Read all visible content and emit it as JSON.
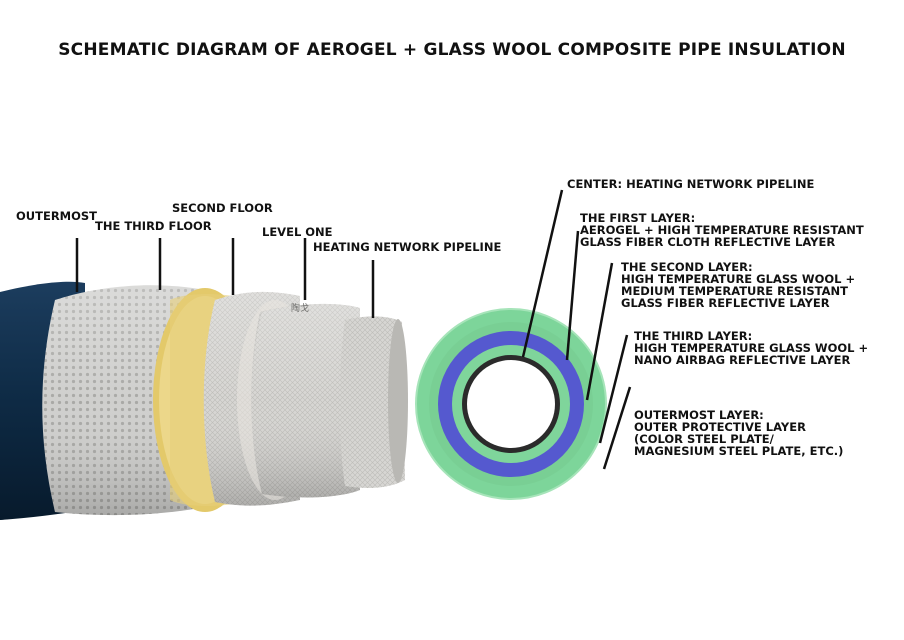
{
  "title": "SCHEMATIC DIAGRAM OF AEROGEL + GLASS WOOL COMPOSITE PIPE INSULATION",
  "photo_labels": {
    "outermost": "OUTERMOST",
    "third_floor": "THE THIRD FLOOR",
    "second_floor": "SECOND FLOOR",
    "level_one": "LEVEL ONE",
    "heating_pipeline": "HEATING NETWORK PIPELINE"
  },
  "photo_watermark": "陶戈",
  "cross_section": {
    "center": "CENTER: HEATING NETWORK PIPELINE",
    "first_layer": {
      "line1": "THE FIRST LAYER:",
      "line2": "AEROGEL + HIGH TEMPERATURE RESISTANT",
      "line3": "GLASS FIBER CLOTH REFLECTIVE LAYER"
    },
    "second_layer": {
      "line1": "THE SECOND LAYER:",
      "line2": "HIGH TEMPERATURE GLASS WOOL +",
      "line3": "MEDIUM TEMPERATURE RESISTANT",
      "line4": "GLASS FIBER REFLECTIVE LAYER"
    },
    "third_layer": {
      "line1": "THE THIRD LAYER:",
      "line2": "HIGH TEMPERATURE GLASS WOOL +",
      "line3": "NANO AIRBAG REFLECTIVE LAYER"
    },
    "outermost_layer": {
      "line1": "OUTERMOST LAYER:",
      "line2": "OUTER PROTECTIVE LAYER",
      "line3": "(COLOR STEEL PLATE/",
      "line4": "MAGNESIUM STEEL PLATE, ETC.)"
    }
  },
  "colors": {
    "outer_jacket": "#0e2a45",
    "foil": "#c9c9c7",
    "glass_wool": "#e8d27a",
    "ring_outer_green": "#7fd69a",
    "ring_blue": "#5a5fd0",
    "ring_inner_green": "#7ed49a",
    "pipe_inner_rim": "#2a2a2a"
  }
}
